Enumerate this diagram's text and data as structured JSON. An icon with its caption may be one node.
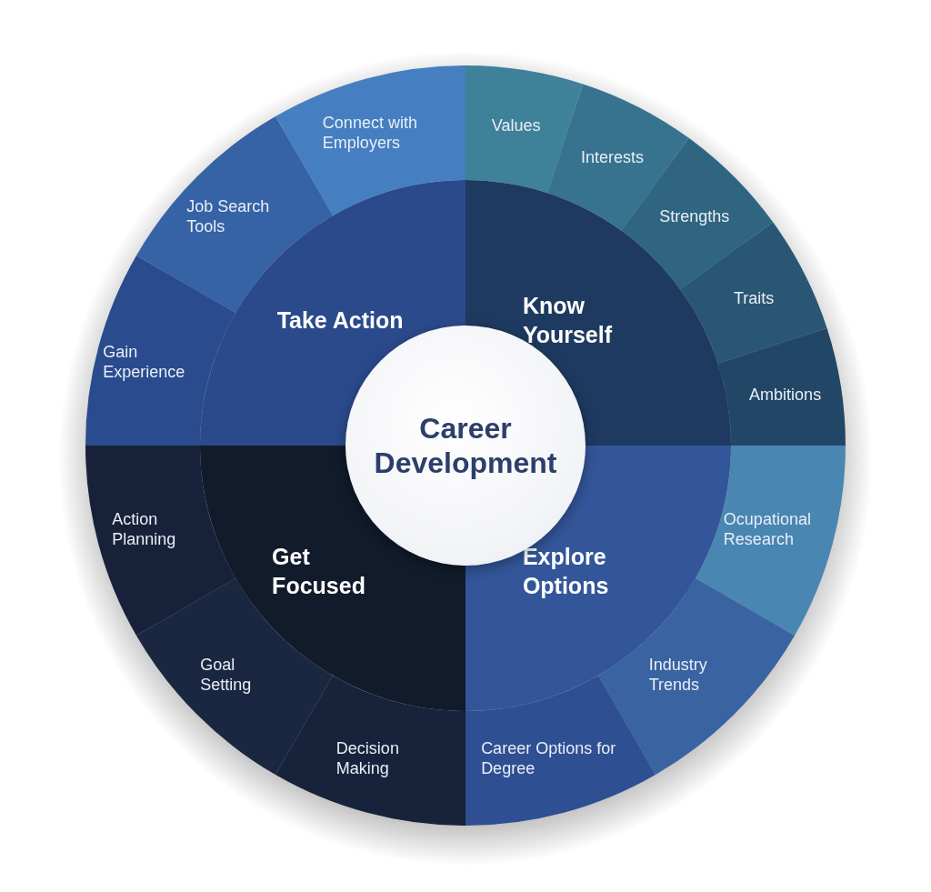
{
  "diagram": {
    "nodes": [
      {
        "text": [
          "Career Development"
        ]
      },
      {
        "text": [
          "Take Action"
        ]
      },
      {
        "text": [
          "Know Yourself"
        ]
      },
      {
        "text": [
          "Get Focused"
        ]
      },
      {
        "text": [
          "Explore Options"
        ]
      },
      {
        "text": [
          "Values"
        ]
      },
      {
        "text": [
          "Interests"
        ]
      },
      {
        "text": [
          "Strengths"
        ]
      },
      {
        "text": [
          "Traits"
        ]
      },
      {
        "text": [
          "Ambitions"
        ]
      },
      {
        "text": [
          "Ocupational Research"
        ]
      },
      {
        "text": [
          "Industry Trends"
        ]
      },
      {
        "text": [
          "Career Options for Degree"
        ]
      },
      {
        "text": [
          "Decision Making"
        ]
      },
      {
        "text": [
          "Goal Setting"
        ]
      },
      {
        "text": [
          "Action Planning"
        ]
      },
      {
        "text": [
          "Gain Experience"
        ]
      },
      {
        "text": [
          "Job Search Tools"
        ]
      },
      {
        "text": [
          "Connect with Employers"
        ]
      }
    ]
  }
}
